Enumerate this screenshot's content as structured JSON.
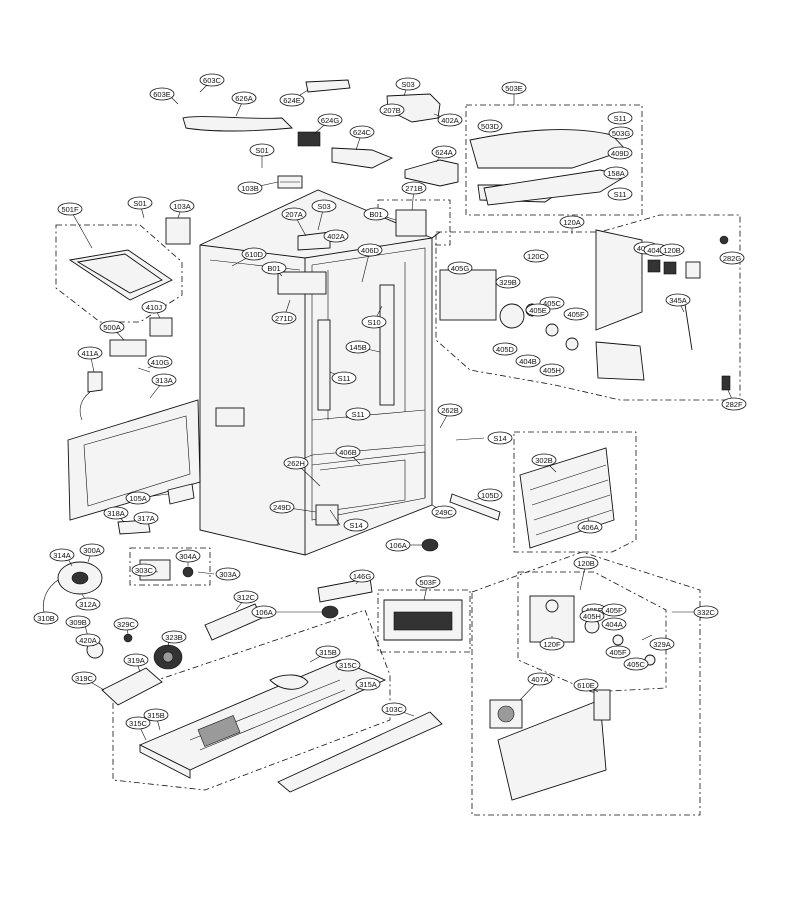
{
  "diagram": {
    "labels": [
      {
        "id": "603E"
      },
      {
        "id": "603C"
      },
      {
        "id": "626A"
      },
      {
        "id": "624E"
      },
      {
        "id": "624G"
      },
      {
        "id": "S03"
      },
      {
        "id": "207B"
      },
      {
        "id": "402A"
      },
      {
        "id": "503E"
      },
      {
        "id": "503D"
      },
      {
        "id": "S11"
      },
      {
        "id": "503G"
      },
      {
        "id": "409D"
      },
      {
        "id": "158A"
      },
      {
        "id": "624C"
      },
      {
        "id": "S01"
      },
      {
        "id": "624A"
      },
      {
        "id": "103B"
      },
      {
        "id": "271B"
      },
      {
        "id": "501F"
      },
      {
        "id": "103A"
      },
      {
        "id": "207A"
      },
      {
        "id": "B01"
      },
      {
        "id": "120A"
      },
      {
        "id": "610D"
      },
      {
        "id": "406D"
      },
      {
        "id": "405G"
      },
      {
        "id": "329B"
      },
      {
        "id": "120C"
      },
      {
        "id": "282G"
      },
      {
        "id": "271D"
      },
      {
        "id": "410J"
      },
      {
        "id": "S10"
      },
      {
        "id": "405C"
      },
      {
        "id": "405E"
      },
      {
        "id": "405F"
      },
      {
        "id": "500A"
      },
      {
        "id": "145B"
      },
      {
        "id": "405D"
      },
      {
        "id": "404B"
      },
      {
        "id": "405H"
      },
      {
        "id": "411A"
      },
      {
        "id": "410G"
      },
      {
        "id": "313A"
      },
      {
        "id": "345A"
      },
      {
        "id": "282F"
      },
      {
        "id": "262B"
      },
      {
        "id": "S14"
      },
      {
        "id": "406B"
      },
      {
        "id": "302B"
      },
      {
        "id": "262H"
      },
      {
        "id": "105A"
      },
      {
        "id": "249D"
      },
      {
        "id": "105D"
      },
      {
        "id": "249C"
      },
      {
        "id": "318A"
      },
      {
        "id": "317A"
      },
      {
        "id": "406A"
      },
      {
        "id": "106A"
      },
      {
        "id": "314A"
      },
      {
        "id": "300A"
      },
      {
        "id": "304A"
      },
      {
        "id": "303C"
      },
      {
        "id": "303A"
      },
      {
        "id": "146G"
      },
      {
        "id": "503F"
      },
      {
        "id": "120B"
      },
      {
        "id": "312A"
      },
      {
        "id": "310B"
      },
      {
        "id": "312C"
      },
      {
        "id": "309B"
      },
      {
        "id": "329C"
      },
      {
        "id": "420A"
      },
      {
        "id": "323B"
      },
      {
        "id": "319A"
      },
      {
        "id": "319C"
      },
      {
        "id": "315B"
      },
      {
        "id": "315C"
      },
      {
        "id": "315A"
      },
      {
        "id": "120F"
      },
      {
        "id": "404A"
      },
      {
        "id": "329A"
      },
      {
        "id": "407A"
      },
      {
        "id": "610E"
      },
      {
        "id": "332C"
      },
      {
        "id": "103C"
      }
    ]
  }
}
